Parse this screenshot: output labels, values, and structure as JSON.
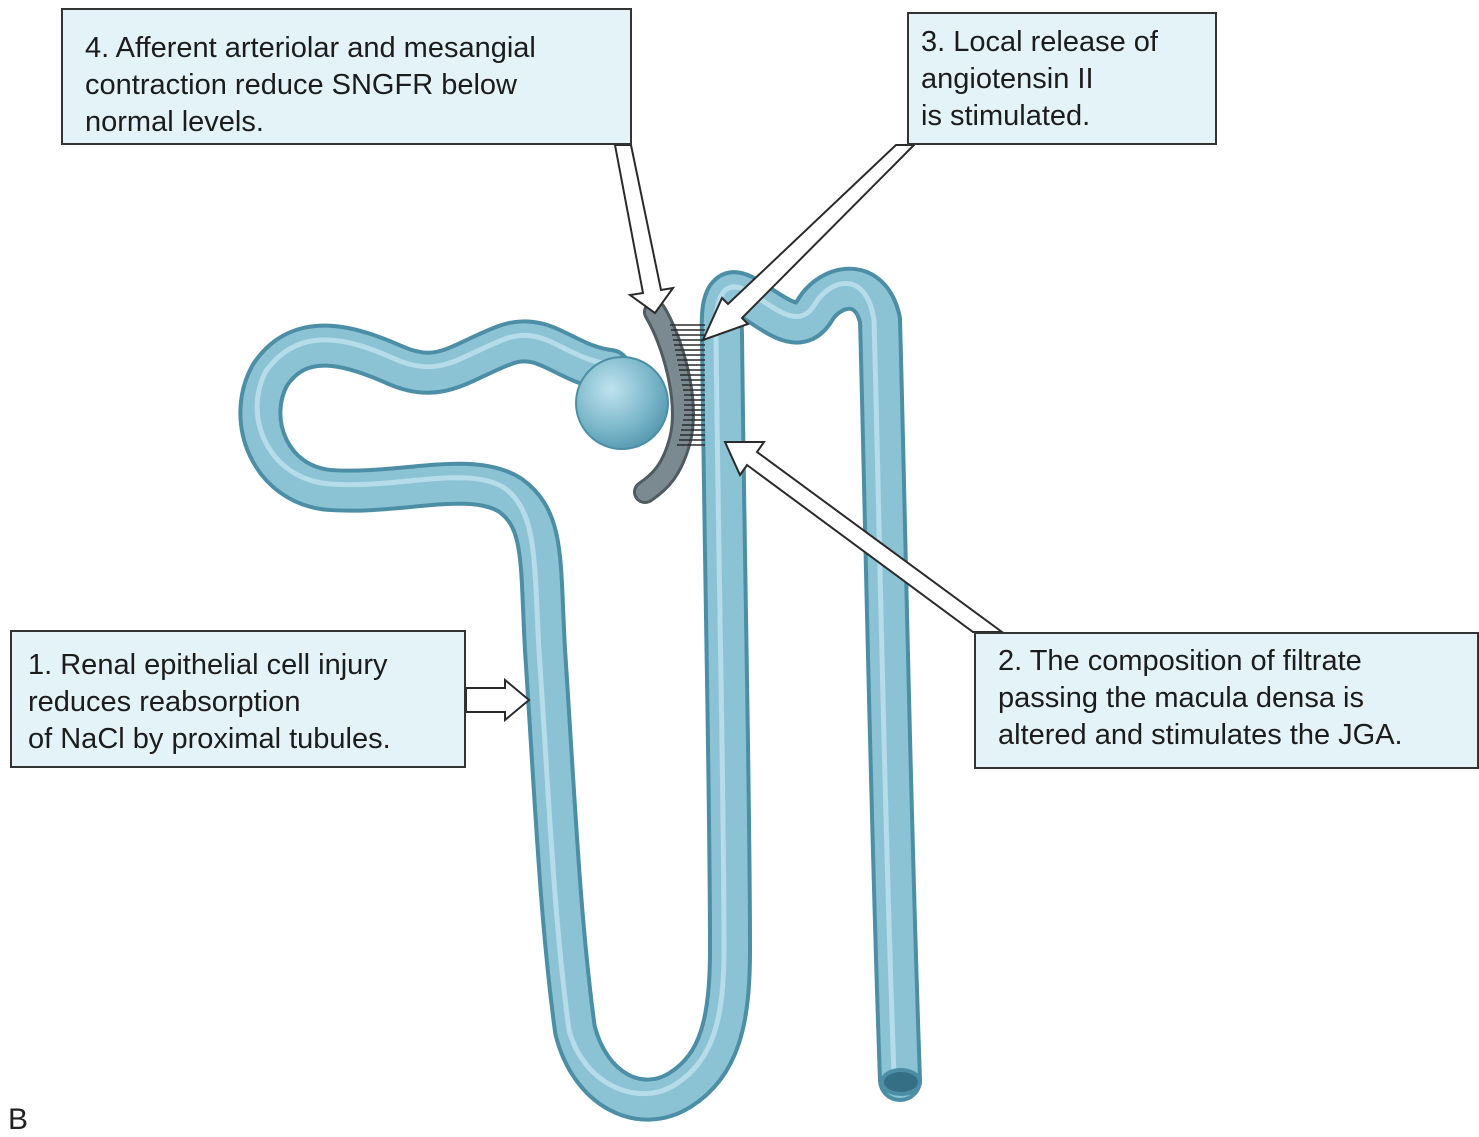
{
  "callouts": {
    "step1": [
      "1. Renal epithelial cell injury",
      "reduces reabsorption",
      "of NaCl by proximal tubules."
    ],
    "step2": [
      "2. The composition of filtrate",
      "passing the macula densa is",
      "altered and stimulates the JGA."
    ],
    "step3": [
      "3. Local release of",
      "angiotensin II",
      "is stimulated."
    ],
    "step4": [
      "4. Afferent arteriolar and mesangial",
      "contraction reduce SNGFR below",
      "normal levels."
    ]
  },
  "panel_label": "B",
  "colors": {
    "tubule_fill": "#8cc3d4",
    "tubule_outline": "#4b8ea6",
    "glomerulus": "#73b2c6",
    "arteriole": "#7a8a90",
    "callout_background": "#e3f3f7",
    "callout_border": "#333333"
  }
}
